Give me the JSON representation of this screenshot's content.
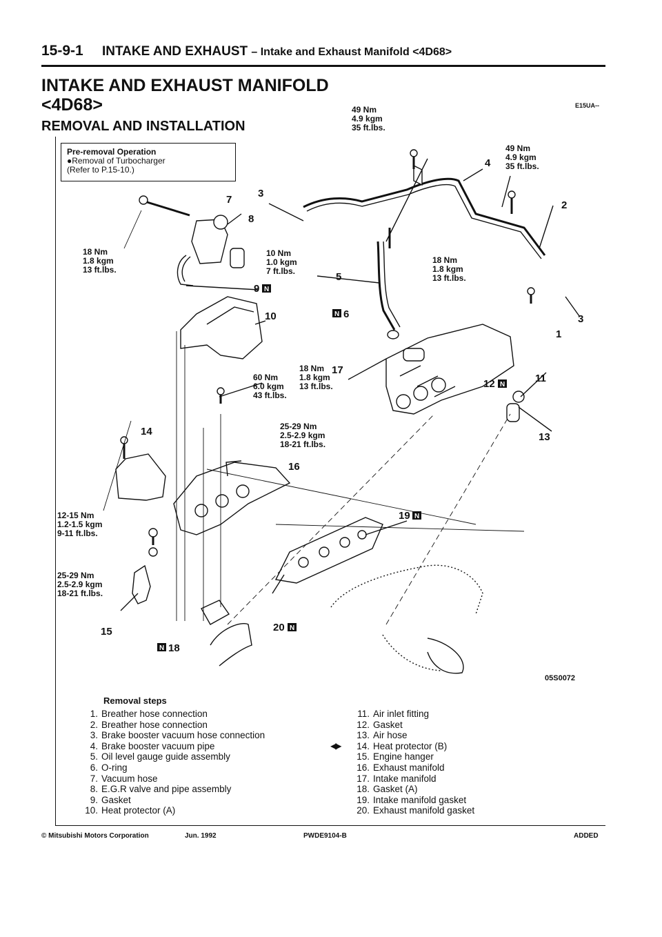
{
  "header": {
    "page_number": "15-9-1",
    "section": "INTAKE AND EXHAUST",
    "subsection": "– Intake and Exhaust Manifold <4D68>"
  },
  "title": {
    "line1": "INTAKE AND EXHAUST MANIFOLD",
    "line2": "<4D68>",
    "line3": "REMOVAL AND INSTALLATION",
    "code": "E15UA--"
  },
  "pre_removal": {
    "heading": "Pre-removal Operation",
    "item": "●Removal of Turbocharger",
    "ref": "(Refer to P.15-10.)"
  },
  "diagram": {
    "torques": {
      "t_top_center": [
        "49 Nm",
        "4.9 kgm",
        "35 ft.lbs."
      ],
      "t_top_right": [
        "49 Nm",
        "4.9 kgm",
        "35 ft.lbs."
      ],
      "t_left_18": [
        "18 Nm",
        "1.8 kgm",
        "13 ft.lbs."
      ],
      "t_mid_10": [
        "10 Nm",
        "1.0 kgm",
        "7 ft.lbs."
      ],
      "t_right_18": [
        "18 Nm",
        "1.8 kgm",
        "13 ft.lbs."
      ],
      "t_mid_60": [
        "60 Nm",
        "6.0 kgm",
        "43 ft.lbs."
      ],
      "t_mid_18": [
        "18 Nm",
        "1.8 kgm",
        "13 ft.lbs."
      ],
      "t_mid_25": [
        "25-29 Nm",
        "2.5-2.9 kgm",
        "18-21 ft.lbs."
      ],
      "t_left_12": [
        "12-15 Nm",
        "1.2-1.5 kgm",
        "9-11 ft.lbs."
      ],
      "t_left_25": [
        "25-29 Nm",
        "2.5-2.9 kgm",
        "18-21 ft.lbs."
      ]
    },
    "callouts": {
      "c1": "1",
      "c2": "2",
      "c3a": "3",
      "c3b": "3",
      "c4": "4",
      "c5": "5",
      "c6": "6",
      "c7": "7",
      "c8": "8",
      "c9": "9",
      "c10": "10",
      "c11": "11",
      "c12": "12",
      "c13": "13",
      "c14": "14",
      "c15": "15",
      "c16": "16",
      "c17": "17",
      "c18": "18",
      "c19": "19",
      "c20": "20"
    },
    "new_mark": "N",
    "figure_code": "05S0072"
  },
  "removal_steps": {
    "title": "Removal steps",
    "left": [
      {
        "num": "1.",
        "text": "Breather hose connection"
      },
      {
        "num": "2.",
        "text": "Breather hose connection"
      },
      {
        "num": "3.",
        "text": "Brake booster vacuum hose connection"
      },
      {
        "num": "4.",
        "text": "Brake booster vacuum pipe"
      },
      {
        "num": "5.",
        "text": "Oil level gauge guide assembly"
      },
      {
        "num": "6.",
        "text": "O-ring"
      },
      {
        "num": "7.",
        "text": "Vacuum hose"
      },
      {
        "num": "8.",
        "text": "E.G.R valve and pipe assembly"
      },
      {
        "num": "9.",
        "text": "Gasket"
      },
      {
        "num": "10.",
        "text": "Heat protector (A)"
      }
    ],
    "right": [
      {
        "num": "11.",
        "text": "Air inlet fitting"
      },
      {
        "num": "12.",
        "text": "Gasket"
      },
      {
        "num": "13.",
        "text": "Air hose"
      },
      {
        "num": "14.",
        "text": "Heat protector (B)"
      },
      {
        "num": "15.",
        "text": "Engine hanger"
      },
      {
        "num": "16.",
        "text": "Exhaust manifold"
      },
      {
        "num": "17.",
        "text": "Intake manifold"
      },
      {
        "num": "18.",
        "text": "Gasket (A)"
      },
      {
        "num": "19.",
        "text": "Intake manifold gasket"
      },
      {
        "num": "20.",
        "text": "Exhaust manifold gasket"
      }
    ],
    "marker": "◀▶"
  },
  "footer": {
    "copyright": "© Mitsubishi Motors Corporation",
    "date": "Jun. 1992",
    "code": "PWDE9104-B",
    "status": "ADDED"
  }
}
